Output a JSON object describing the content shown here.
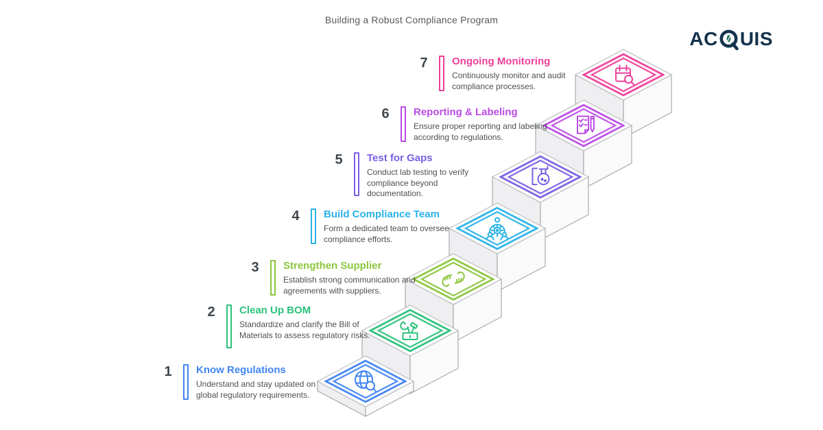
{
  "title": "Building a Robust Compliance Program",
  "brand": {
    "name": "ACQUIS",
    "part1": "AC",
    "part2": "UIS",
    "color": "#14324c",
    "leaf_color": "#1e6f5c"
  },
  "colors": {
    "heading": "#595959",
    "number": "#3f474e",
    "description": "#4f4f4f",
    "platform_outline": "#a8abad"
  },
  "steps": [
    {
      "number": "1",
      "title": "Know Regulations",
      "description": "Understand and stay updated on global regulatory requirements.",
      "color": "#4285f4",
      "icon": "globe-search"
    },
    {
      "number": "2",
      "title": "Clean Up BOM",
      "description": "Standardize and clarify the Bill of Materials to assess regulatory risks.",
      "color": "#2bc17a",
      "icon": "tools"
    },
    {
      "number": "3",
      "title": "Strengthen Supplier",
      "description": "Establish strong communication and agreements with suppliers.",
      "color": "#8cc63e",
      "icon": "handshake"
    },
    {
      "number": "4",
      "title": "Build Compliance Team",
      "description": "Form a dedicated team to oversee compliance efforts.",
      "color": "#29b2e8",
      "icon": "team-gear"
    },
    {
      "number": "5",
      "title": "Test for Gaps",
      "description": "Conduct lab testing to verify compliance beyond documentation.",
      "color": "#7a5fe3",
      "icon": "lab-flask"
    },
    {
      "number": "6",
      "title": "Reporting & Labeling",
      "description": "Ensure proper reporting and labeling according to regulations.",
      "color": "#bb4ce5",
      "icon": "checklist-pen"
    },
    {
      "number": "7",
      "title": "Ongoing Monitoring",
      "description": "Continuously monitor and audit compliance processes.",
      "color": "#ee3f9a",
      "icon": "calendar-search"
    }
  ]
}
